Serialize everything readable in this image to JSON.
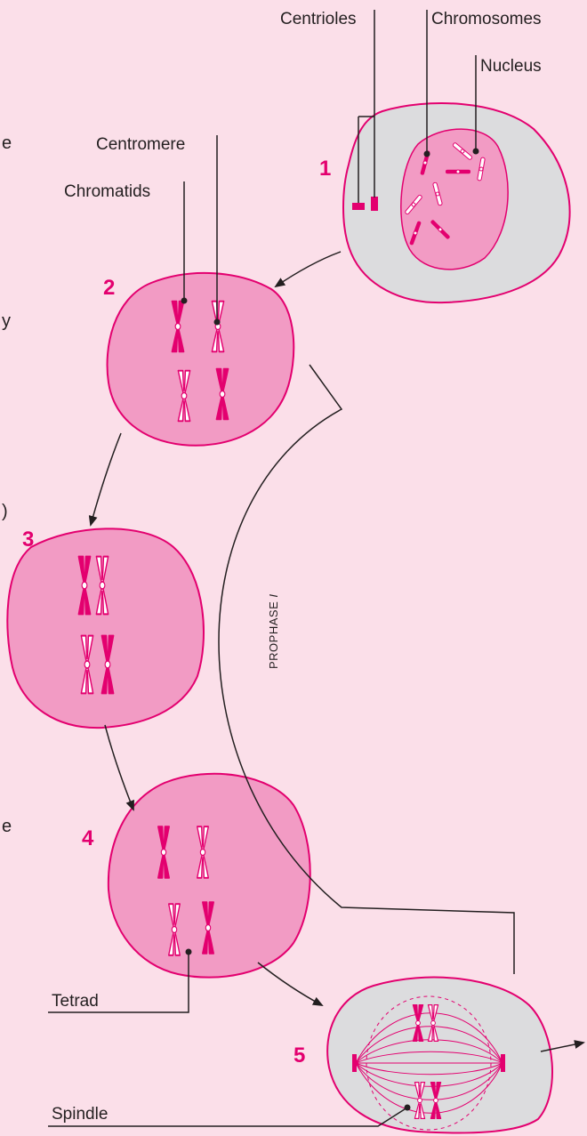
{
  "labels": {
    "centrioles": "Centrioles",
    "chromosomes": "Chromosomes",
    "nucleus": "Nucleus",
    "centromere": "Centromere",
    "chromatids": "Chromatids",
    "tetrad": "Tetrad",
    "spindle": "Spindle"
  },
  "stage_numbers": [
    "1",
    "2",
    "3",
    "4",
    "5"
  ],
  "phase_label": {
    "text": "PROPHASE ",
    "numeral": "I"
  },
  "edge_text": [
    "e",
    "y",
    ")",
    "e"
  ],
  "colors": {
    "background": "#fbdfe9",
    "cell_pink": "#f29bc4",
    "cell_outline": "#e3006f",
    "cytoplasm_gray": "#dcdcde",
    "chromosome_magenta": "#e3006f",
    "accent_number": "#e3006f",
    "line": "#231f20"
  }
}
